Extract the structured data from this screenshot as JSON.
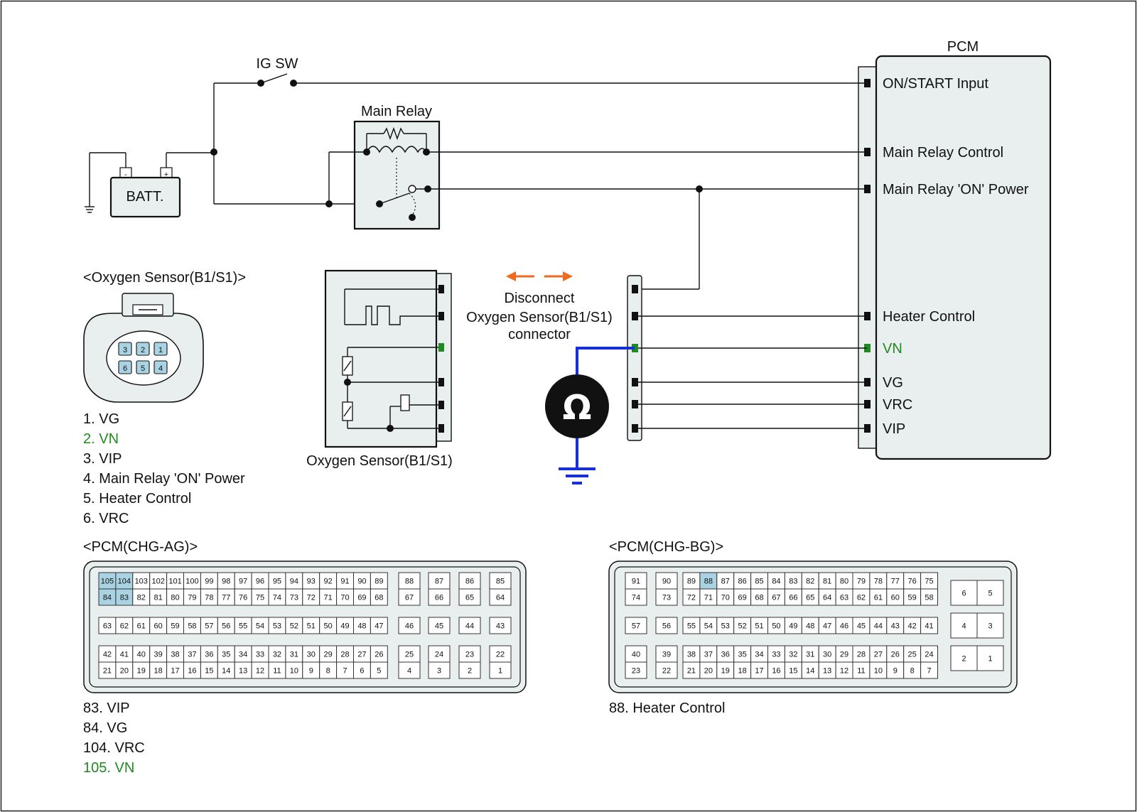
{
  "pcm_title": "PCM",
  "pcm_pins": [
    {
      "label": "ON/START Input",
      "highlight": false
    },
    {
      "label": "Main Relay Control",
      "highlight": false
    },
    {
      "label": "Main Relay 'ON' Power",
      "highlight": false
    },
    {
      "label": "Heater Control",
      "highlight": false
    },
    {
      "label": "VN",
      "highlight": true
    },
    {
      "label": "VG",
      "highlight": false
    },
    {
      "label": "VRC",
      "highlight": false
    },
    {
      "label": "VIP",
      "highlight": false
    }
  ],
  "ig_sw_label": "IG SW",
  "main_relay_label": "Main Relay",
  "batt_label": "BATT.",
  "batt_neg": "-",
  "batt_pos": "+",
  "oxygen_connector_title": "<Oxygen Sensor(B1/S1)>",
  "oxygen_connector_pins": [
    "3",
    "2",
    "1",
    "6",
    "5",
    "4"
  ],
  "oxygen_pin_list": [
    {
      "text": "1. VG",
      "highlight": false
    },
    {
      "text": "2. VN",
      "highlight": true
    },
    {
      "text": "3. VIP",
      "highlight": false
    },
    {
      "text": "4. Main Relay 'ON' Power",
      "highlight": false
    },
    {
      "text": "5. Heater Control",
      "highlight": false
    },
    {
      "text": "6. VRC",
      "highlight": false
    }
  ],
  "sensor_label": "Oxygen Sensor(B1/S1)",
  "disconnect_text": [
    "Disconnect",
    "Oxygen Sensor(B1/S1)",
    "connector"
  ],
  "ohm_symbol": "Ω",
  "colors": {
    "highlight_text": "#1f8a1f",
    "meter_wire": "#1630d8",
    "arrow": "#ef6a1d",
    "pin_highlight": "#a9d3e3"
  },
  "pcm_ag": {
    "title": "<PCM(CHG-AG)>",
    "highlighted_pins": [
      "105",
      "104",
      "84",
      "83"
    ],
    "pin_list": [
      {
        "text": "83. VIP",
        "highlight": false
      },
      {
        "text": "84. VG",
        "highlight": false
      },
      {
        "text": "104. VRC",
        "highlight": false
      },
      {
        "text": "105. VN",
        "highlight": true
      }
    ]
  },
  "pcm_bg": {
    "title": "<PCM(CHG-BG)>",
    "highlighted_pins": [
      "88"
    ],
    "pin_list": [
      {
        "text": "88. Heater Control",
        "highlight": false
      }
    ]
  }
}
